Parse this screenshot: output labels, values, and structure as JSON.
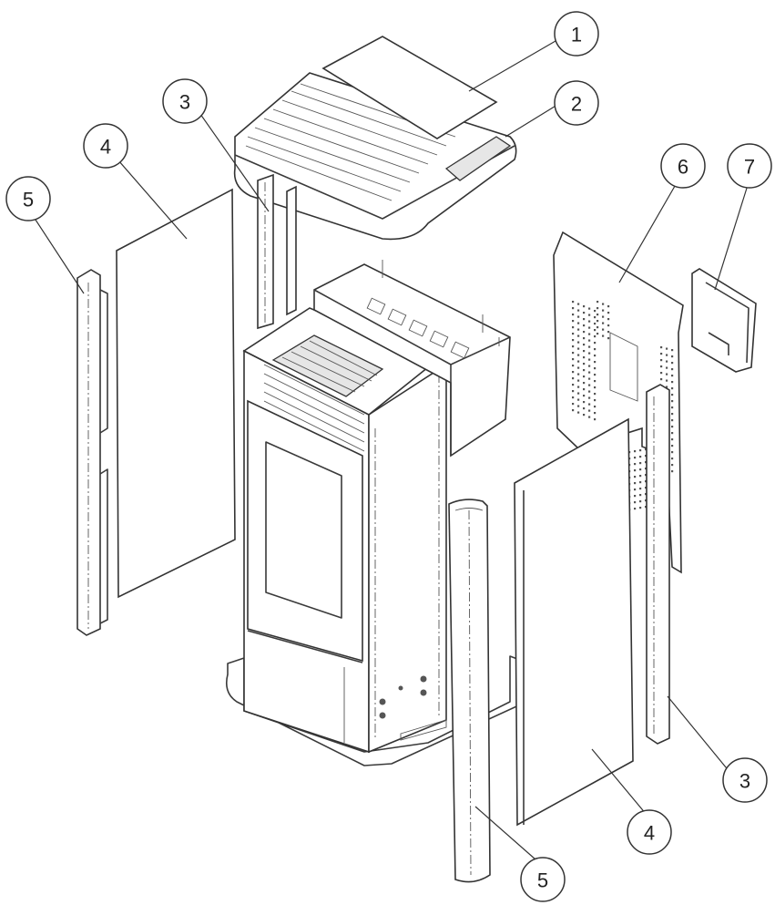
{
  "callouts": [
    {
      "id": "c1",
      "label": "1"
    },
    {
      "id": "c2",
      "label": "2"
    },
    {
      "id": "c3a",
      "label": "3"
    },
    {
      "id": "c4a",
      "label": "4"
    },
    {
      "id": "c5a",
      "label": "5"
    },
    {
      "id": "c6",
      "label": "6"
    },
    {
      "id": "c7",
      "label": "7"
    },
    {
      "id": "c3b",
      "label": "3"
    },
    {
      "id": "c4b",
      "label": "4"
    },
    {
      "id": "c5b",
      "label": "5"
    }
  ]
}
